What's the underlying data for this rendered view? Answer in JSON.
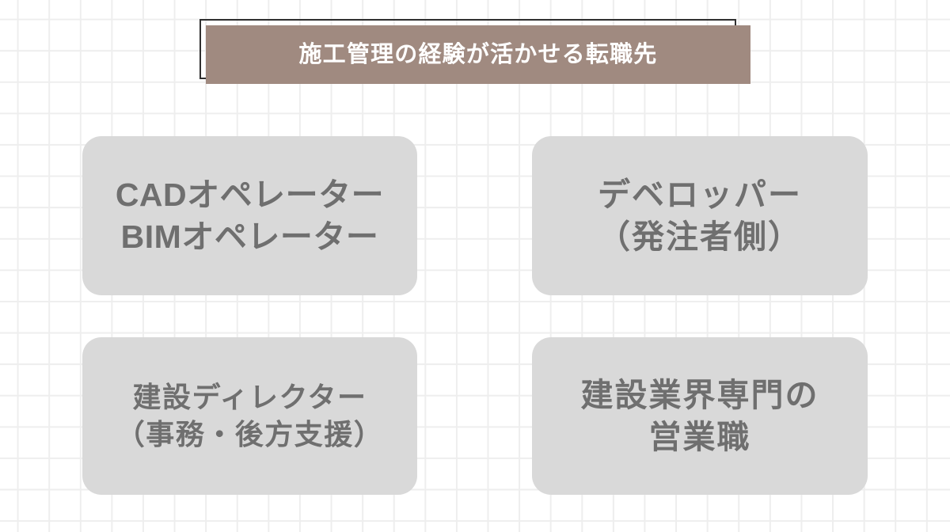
{
  "slide": {
    "background_color": "#ffffff",
    "grid_line_color": "#eeeeee"
  },
  "title": {
    "text": "施工管理の経験が活かせる転職先",
    "band_color": "#a08a80",
    "outline_color": "#2f2f2f",
    "text_color": "#ffffff"
  },
  "cards": [
    {
      "id": "cad",
      "lines": [
        "CADオペレーター",
        "BIMオペレーター"
      ],
      "fill_color": "#d9d9d9",
      "text_color": "#6f6f6f"
    },
    {
      "id": "developer",
      "lines": [
        "デベロッパー",
        "（発注者側）"
      ],
      "fill_color": "#d9d9d9",
      "text_color": "#6f6f6f"
    },
    {
      "id": "director",
      "lines": [
        "建設ディレクター",
        "（事務・後方支援）"
      ],
      "fill_color": "#d9d9d9",
      "text_color": "#6f6f6f"
    },
    {
      "id": "sales",
      "lines": [
        "建設業界専門の",
        "営業職"
      ],
      "fill_color": "#d9d9d9",
      "text_color": "#6f6f6f"
    }
  ]
}
